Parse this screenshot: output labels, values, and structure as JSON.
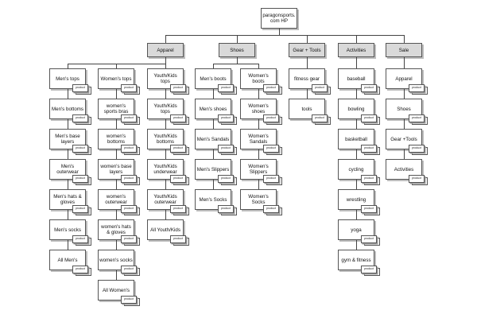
{
  "root": "paragonsports.\ncom HP",
  "product_tag": "product",
  "categories": [
    {
      "label": "Apparel",
      "columns": [
        [
          "Men's tops",
          "Men's bottoms",
          "Men's base layers",
          "Men's outerwear",
          "Men's hats & gloves",
          "Men's socks",
          "All Men's"
        ],
        [
          "Women's tops",
          "women's sports bras",
          "women's bottoms",
          "women's base layers",
          "women's outerwear",
          "women's hats & gloves",
          "women's socks",
          "All Women's"
        ],
        [
          "Youth/Kids tops",
          "Youth/Kids tops",
          "Youth/Kids bottoms",
          "Youth/Kids underwear",
          "Youth/Kids outerwear",
          "All Youth/Kids"
        ]
      ]
    },
    {
      "label": "Shoes",
      "columns": [
        [
          "Men's boots",
          "Men's shoes",
          "Men's Sandals",
          "Men's Slippers",
          "Men's Socks"
        ],
        [
          "Women's boots",
          "Women's shoes",
          "Women's Sandals",
          "Women's Slippers",
          "Women's Socks"
        ]
      ]
    },
    {
      "label": "Gear + Tools",
      "columns": [
        [
          "fitness gear",
          "tools"
        ]
      ]
    },
    {
      "label": "Activities",
      "columns": [
        [
          "baseball",
          "bowling",
          "basketball",
          "cycling",
          "wrestling",
          "yoga",
          "gym & fitness"
        ]
      ]
    },
    {
      "label": "Sale",
      "columns": [
        [
          "Apparel",
          "Shoes",
          "Gear +Tools",
          "Activities"
        ]
      ]
    }
  ]
}
